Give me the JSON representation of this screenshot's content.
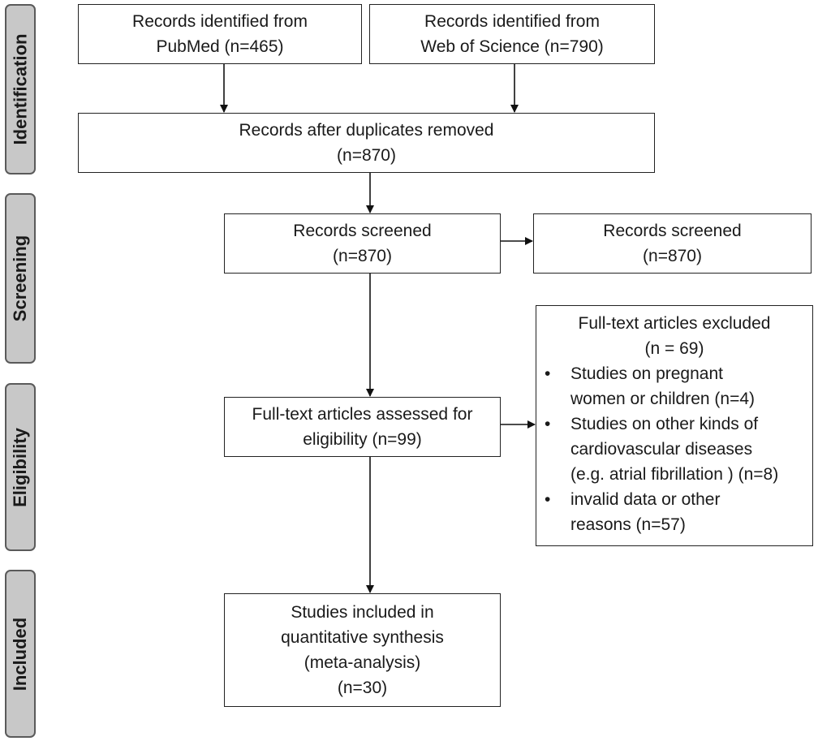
{
  "stages": {
    "identification": "Identification",
    "screening": "Screening",
    "eligibility": "Eligibility",
    "included": "Included"
  },
  "boxes": {
    "pubmed": {
      "line1": "Records identified from",
      "line2": "PubMed (n=465)"
    },
    "wos": {
      "line1": "Records identified from",
      "line2": "Web of Science (n=790)"
    },
    "duplicates": {
      "line1": "Records after duplicates removed",
      "line2": "(n=870)"
    },
    "screened": {
      "line1": "Records screened",
      "line2": "(n=870)"
    },
    "screened_right": {
      "line1": "Records screened",
      "line2": "(n=870)"
    },
    "fulltext": {
      "line1": "Full-text articles assessed for",
      "line2": "eligibility (n=99)"
    },
    "included": {
      "line1": "Studies included in",
      "line2": "quantitative synthesis",
      "line3": "(meta-analysis)",
      "line4": "(n=30)"
    }
  },
  "excluded": {
    "title": "Full-text articles excluded",
    "count": "(n = 69)",
    "items": [
      {
        "line1": "Studies on pregnant",
        "line2": "women or children (n=4)"
      },
      {
        "line1": "Studies on other kinds of",
        "line2": "cardiovascular diseases",
        "line3": "(e.g. atrial fibrillation ) (n=8)"
      },
      {
        "line1": "invalid data or other",
        "line2": "reasons (n=57)"
      }
    ]
  }
}
